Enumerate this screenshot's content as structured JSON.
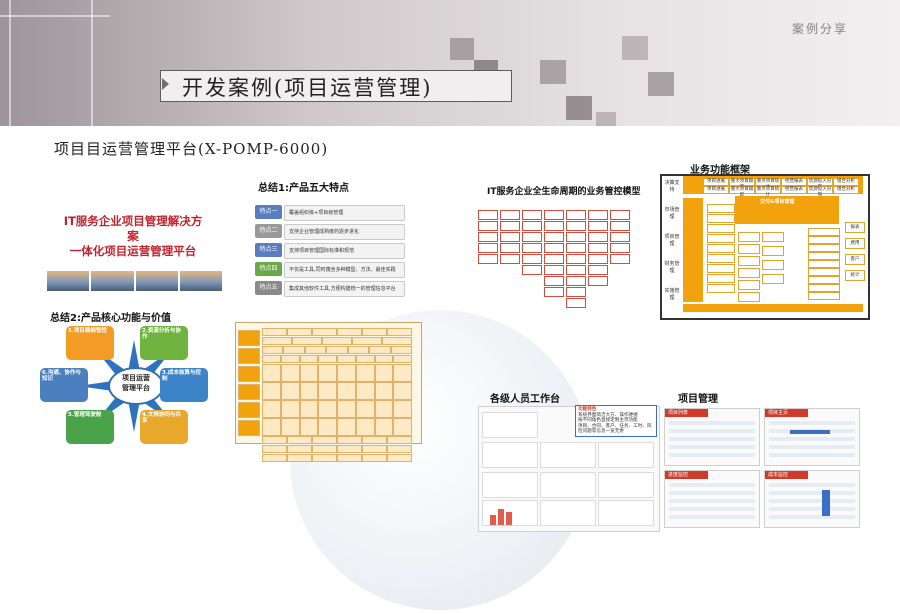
{
  "header": {
    "tag": "案例分享",
    "title": "开发案例(项目运营管理)"
  },
  "subtitle": "项目目运营管理平台(X-POMP-6000)",
  "left": {
    "solution_title_1": "IT服务企业项目管理解决方案",
    "solution_title_2": "一体化项目运营管理平台",
    "summary2_title": "总结2:产品核心功能与价值",
    "hub_1": "项目运营",
    "hub_2": "管理平台",
    "petals": [
      {
        "title": "1.项目精细管控",
        "color": "#f39b25"
      },
      {
        "title": "2.资源分析与协作",
        "color": "#6fb43f"
      },
      {
        "title": "3.成本核算与控制",
        "color": "#3b84c7"
      },
      {
        "title": "4.文档协同与共享",
        "color": "#e7a82c"
      },
      {
        "title": "5.管理驾驶舱",
        "color": "#4aa34a"
      },
      {
        "title": "6.沟通、协作与知识",
        "color": "#4a7fc0"
      }
    ]
  },
  "features": {
    "title": "总结1:产品五大特点",
    "items": [
      {
        "tab": "特点一",
        "text": "覆盖组织级+项目级管理",
        "color": "#5a7cc0"
      },
      {
        "tab": "特点二",
        "text": "支持企业管理成熟度的逐步进化",
        "color": "#9a9a9a"
      },
      {
        "tab": "特点三",
        "text": "支持项目管理国际标准和规范",
        "color": "#5a7cc0"
      },
      {
        "tab": "特点四",
        "text": "不仅是工具,同时蕴含多种模型、方法、最佳实践",
        "color": "#6aa94a"
      },
      {
        "tab": "特点五",
        "text": "集成其他软件工具,方便构建统一的管理信息平台",
        "color": "#8a8a8a"
      }
    ]
  },
  "lifecycle_title": "IT服务企业全生命周期的业务管控模型",
  "framework": {
    "title": "业务功能框架",
    "row_labels": [
      "决策支持",
      "市场管理",
      "项目管理",
      "财务管理",
      "实施管理"
    ],
    "top_boxes": [
      "项目进展",
      "重大项目跟踪",
      "重点项目统计",
      "经营报表",
      "资源投入分布",
      "组合分析"
    ],
    "center": "交付&项目管理",
    "right_boxes": [
      "报表",
      "费用",
      "客户",
      "统计"
    ]
  },
  "workbench_title": "各级人员工作台",
  "workbench_notes": [
    "功能特色",
    "系统界面简洁大方、操作便捷",
    "按不同角色直接定制主页功能",
    "项目、合同、客户、任务、工时、风险问题等信息一览无余"
  ],
  "pm_title": "项目管理",
  "pm_screens": [
    "项目列表",
    "项目主页",
    "进度监控",
    "成本监控"
  ]
}
